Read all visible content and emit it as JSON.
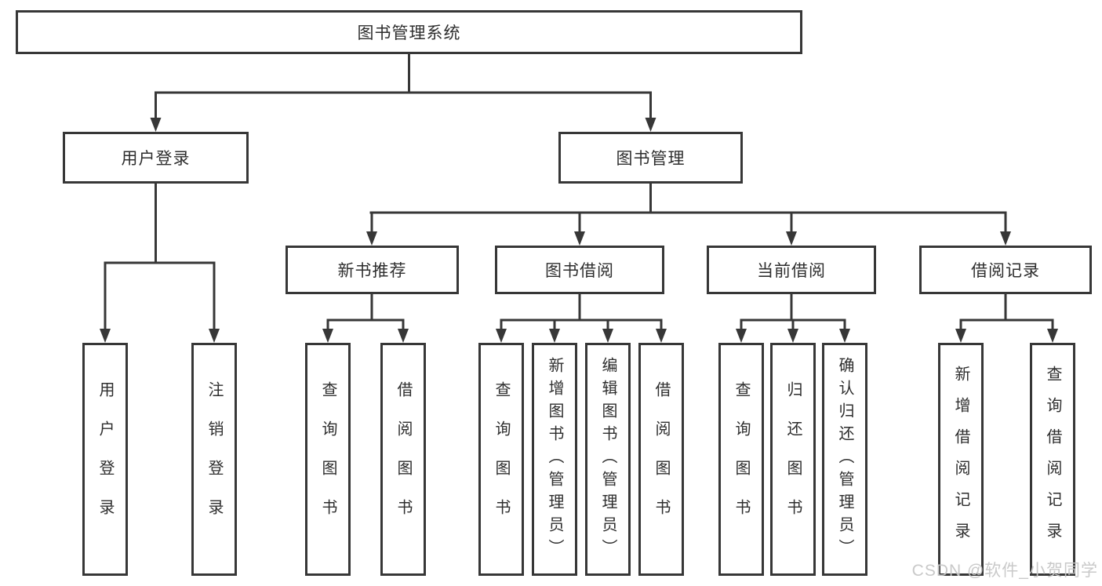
{
  "tree": {
    "root": "图书管理系统",
    "user_login": {
      "label": "用户登录",
      "children": [
        "用户登录",
        "注销登录"
      ]
    },
    "book_mgmt": {
      "label": "图书管理",
      "children": {
        "new_books": {
          "label": "新书推荐",
          "children": [
            "查询图书",
            "借阅图书"
          ]
        },
        "borrowing": {
          "label": "图书借阅",
          "children": [
            "查询图书",
            "新增图书（管理员）",
            "编辑图书（管理员）",
            "借阅图书"
          ]
        },
        "current": {
          "label": "当前借阅",
          "children": [
            "查询图书",
            "归还图书",
            "确认归还（管理员）"
          ]
        },
        "records": {
          "label": "借阅记录",
          "children": [
            "新增借阅记录",
            "查询借阅记录"
          ]
        }
      }
    }
  },
  "watermark": "CSDN @软件_小贺同学",
  "colors": {
    "line": "#373737",
    "box_background": "#ffffff",
    "text": "#2e2e2e",
    "watermark": "#c6c6c6"
  }
}
